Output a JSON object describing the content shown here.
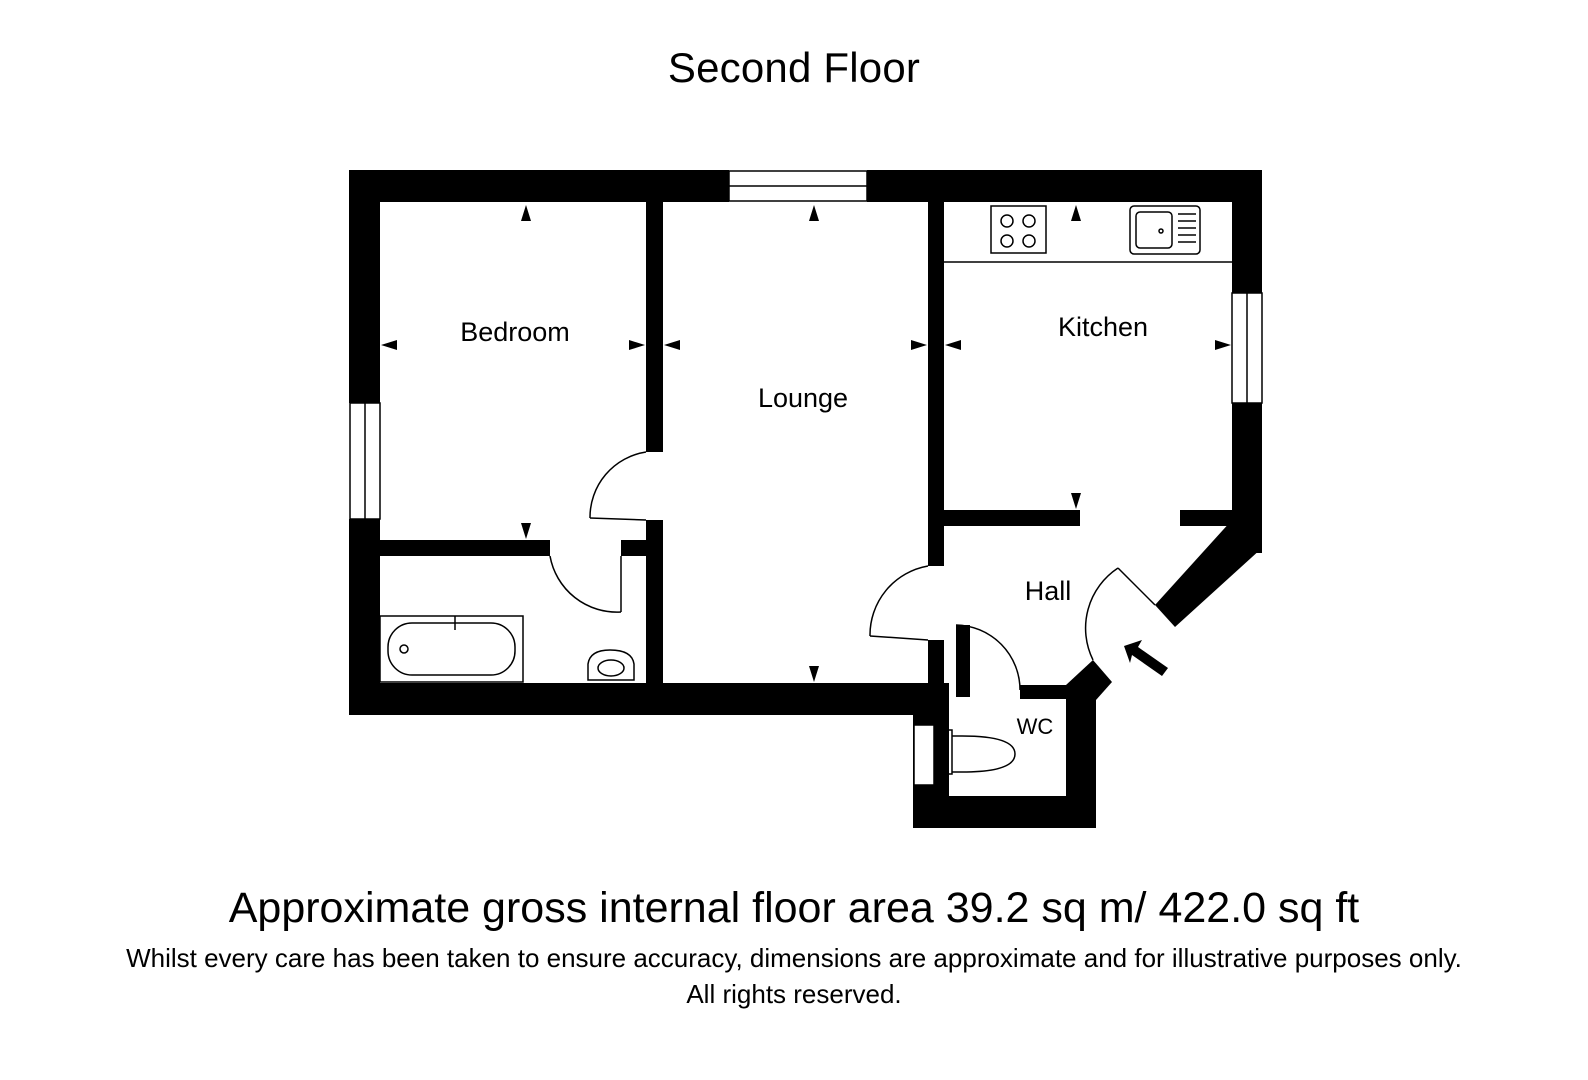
{
  "title": "Second Floor",
  "rooms": {
    "bedroom": "Bedroom",
    "lounge": "Lounge",
    "kitchen": "Kitchen",
    "hall": "Hall",
    "wc": "WC"
  },
  "footer": {
    "area": "Approximate gross internal floor area 39.2 sq m/ 422.0 sq ft",
    "disclaimer_line1": "Whilst every care has been taken to ensure accuracy, dimensions are approximate and for illustrative purposes only.",
    "disclaimer_line2": "All rights reserved."
  },
  "colors": {
    "wall": "#000000",
    "background": "#ffffff"
  }
}
